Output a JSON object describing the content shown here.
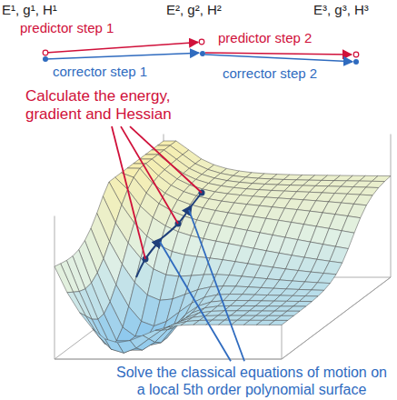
{
  "diagram": {
    "labels": [
      "E¹, g¹, H¹",
      "E², g², H²",
      "E³, g³, H³",
      "predictor step 1",
      "predictor step 2",
      "corrector step 1",
      "corrector step 2",
      "Calculate the energy, gradient and Hessian",
      "Solve the classical equations of motion on a local 5th order polynomial surface"
    ]
  }
}
